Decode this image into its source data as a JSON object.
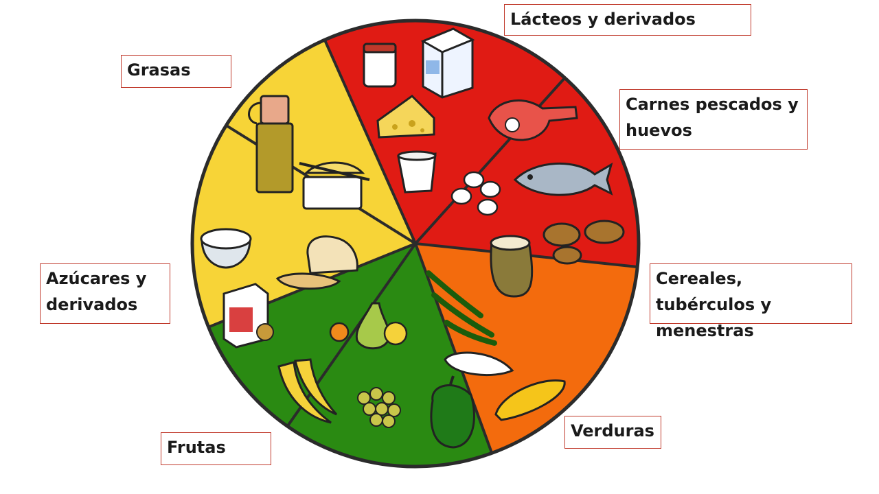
{
  "diagram": {
    "outline_color": "#2b2b2b",
    "segments": [
      {
        "id": "lacteos",
        "label": "Lácteos y derivados",
        "color": "#e01b14",
        "icons": [
          "jar-icon",
          "milk-carton-icon",
          "cheese-icon",
          "yogurt-icon"
        ]
      },
      {
        "id": "carnes",
        "label": "Carnes pescados y huevos",
        "color": "#e01b14",
        "icons": [
          "meat-icon",
          "fish-icon",
          "eggs-icon"
        ]
      },
      {
        "id": "cereales",
        "label": "Cereales, tubérculos y menestras",
        "color": "#f36b0d",
        "icons": [
          "grain-sack-icon",
          "potatoes-icon"
        ]
      },
      {
        "id": "verduras",
        "label": "Verduras",
        "color": "#2a8a12",
        "icons": [
          "green-beans-icon",
          "radish-icon",
          "pepper-icon",
          "corn-icon"
        ]
      },
      {
        "id": "frutas",
        "label": "Frutas",
        "color": "#2a8a12",
        "icons": [
          "pear-icon",
          "orange-icon",
          "banana-icon",
          "grapes-icon"
        ]
      },
      {
        "id": "azucares",
        "label": "Azúcares y derivados",
        "color": "#f7d437",
        "icons": [
          "sugar-bowl-icon",
          "bread-icon",
          "cereal-box-icon"
        ]
      },
      {
        "id": "grasas",
        "label": "Grasas",
        "color": "#f7d437",
        "icons": [
          "oil-bottle-icon",
          "butter-icon"
        ]
      }
    ]
  }
}
